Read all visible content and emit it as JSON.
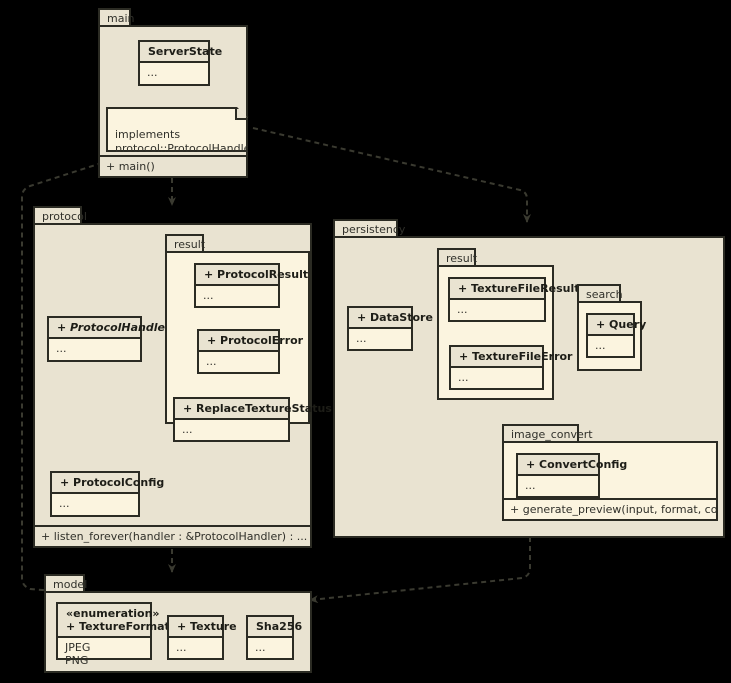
{
  "colors": {
    "page_background": "#000000",
    "package_fill": "#E9E3D1",
    "class_body_fill": "#FBF4DF",
    "border": "#2B2B23",
    "text": "#30302A"
  },
  "packages": {
    "main": {
      "name": "main",
      "classes": {
        "server_state": {
          "name": "ServerState",
          "body": "..."
        }
      },
      "note": {
        "text": "implements\nprotocol::ProtocolHandler"
      },
      "function": "+ main()"
    },
    "protocol": {
      "name": "protocol",
      "classes": {
        "protocol_handler": {
          "name": "+ ProtocolHandler",
          "body": "..."
        },
        "protocol_config": {
          "name": "+ ProtocolConfig",
          "body": "..."
        }
      },
      "subpackages": {
        "result": {
          "name": "result",
          "classes": {
            "protocol_result": {
              "name": "+ ProtocolResult",
              "body": "..."
            },
            "protocol_error": {
              "name": "+ ProtocolError",
              "body": "..."
            },
            "replace_texture_status": {
              "name": "+ ReplaceTextureStatus",
              "body": "..."
            }
          }
        }
      },
      "function": "+ listen_forever(handler : &ProtocolHandler) : ..."
    },
    "persistency": {
      "name": "persistency",
      "classes": {
        "data_store": {
          "name": "+ DataStore",
          "body": "..."
        }
      },
      "subpackages": {
        "result": {
          "name": "result",
          "classes": {
            "texture_file_result": {
              "name": "+ TextureFileResult",
              "body": "..."
            },
            "texture_file_error": {
              "name": "+ TextureFileError",
              "body": "..."
            }
          }
        },
        "search": {
          "name": "search",
          "classes": {
            "query": {
              "name": "+ Query",
              "body": "..."
            }
          }
        },
        "image_convert": {
          "name": "image_convert",
          "classes": {
            "convert_config": {
              "name": "+ ConvertConfig",
              "body": "..."
            }
          },
          "function": "+ generate_preview(input, format, config) : ..."
        }
      }
    },
    "model": {
      "name": "model",
      "classes": {
        "texture_format": {
          "stereotype": "«enumeration»",
          "name": "+ TextureFormat",
          "body": "JPEG\nPNG"
        },
        "texture": {
          "name": "+ Texture",
          "body": "..."
        },
        "sha256": {
          "name": "Sha256",
          "body": "..."
        }
      }
    }
  }
}
